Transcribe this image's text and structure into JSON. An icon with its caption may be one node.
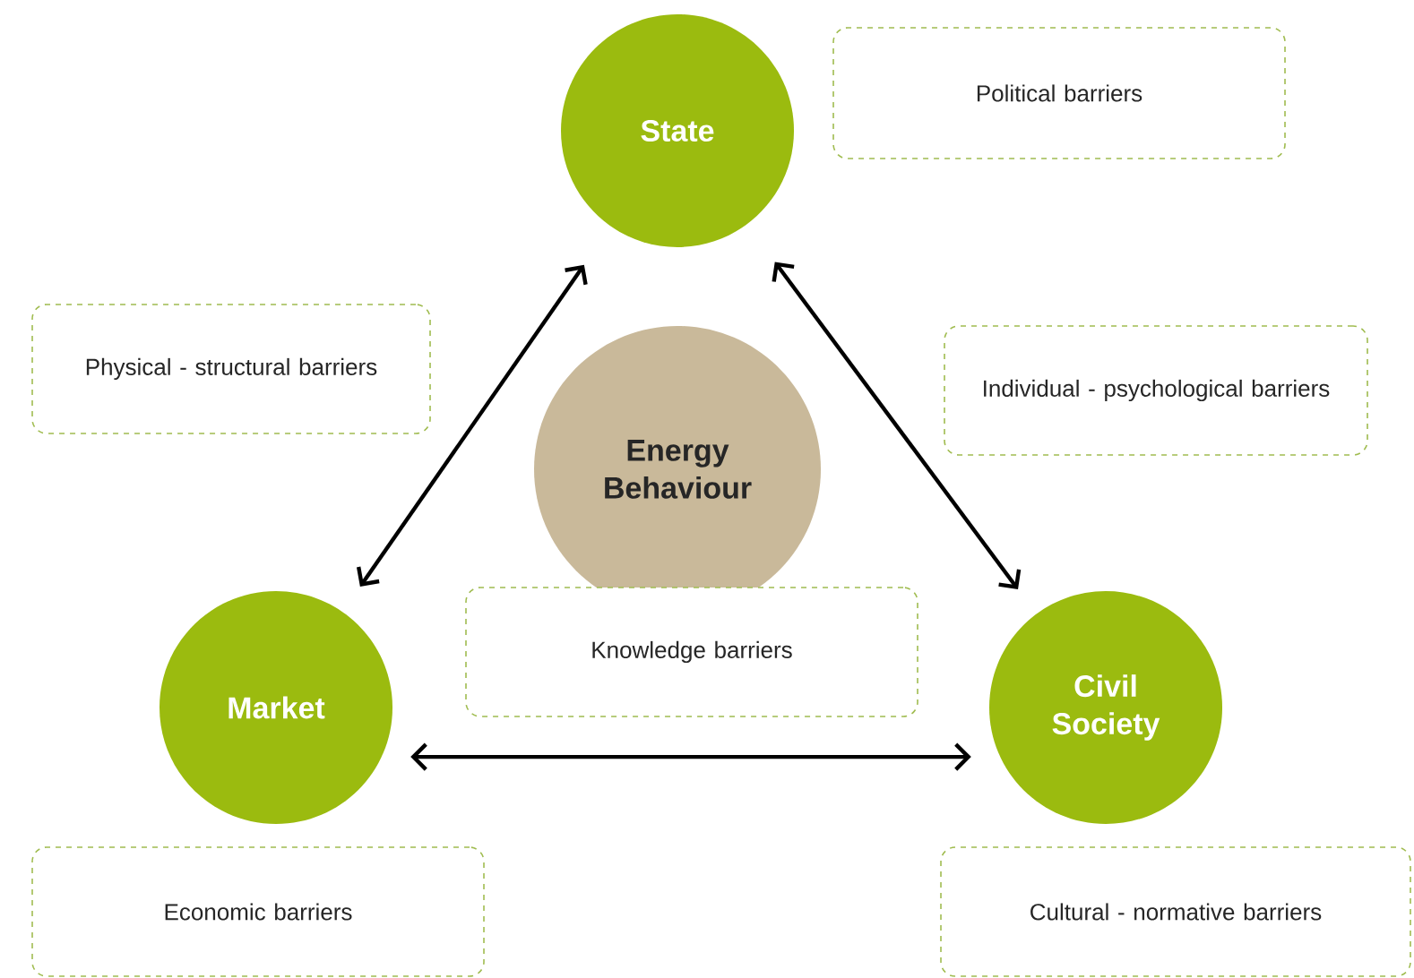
{
  "diagram": {
    "nodes": [
      {
        "text": [
          "State"
        ]
      },
      {
        "text": [
          "Political barriers"
        ]
      },
      {
        "text": [
          "Physical - structural barriers"
        ]
      },
      {
        "text": [
          "Energy Behaviour"
        ]
      },
      {
        "text": [
          "Individual - psychological barriers"
        ]
      },
      {
        "text": [
          "Market"
        ]
      },
      {
        "text": [
          "Knowledge barriers"
        ]
      },
      {
        "text": [
          "Civil Society"
        ]
      },
      {
        "text": [
          "Economic barriers"
        ]
      },
      {
        "text": [
          "Cultural - normative barriers"
        ]
      }
    ],
    "edges": [
      {
        "from": 0,
        "to": 5,
        "arrow": "both"
      },
      {
        "from": 0,
        "to": 7,
        "arrow": "both"
      },
      {
        "from": 5,
        "to": 7,
        "arrow": "both"
      }
    ]
  }
}
